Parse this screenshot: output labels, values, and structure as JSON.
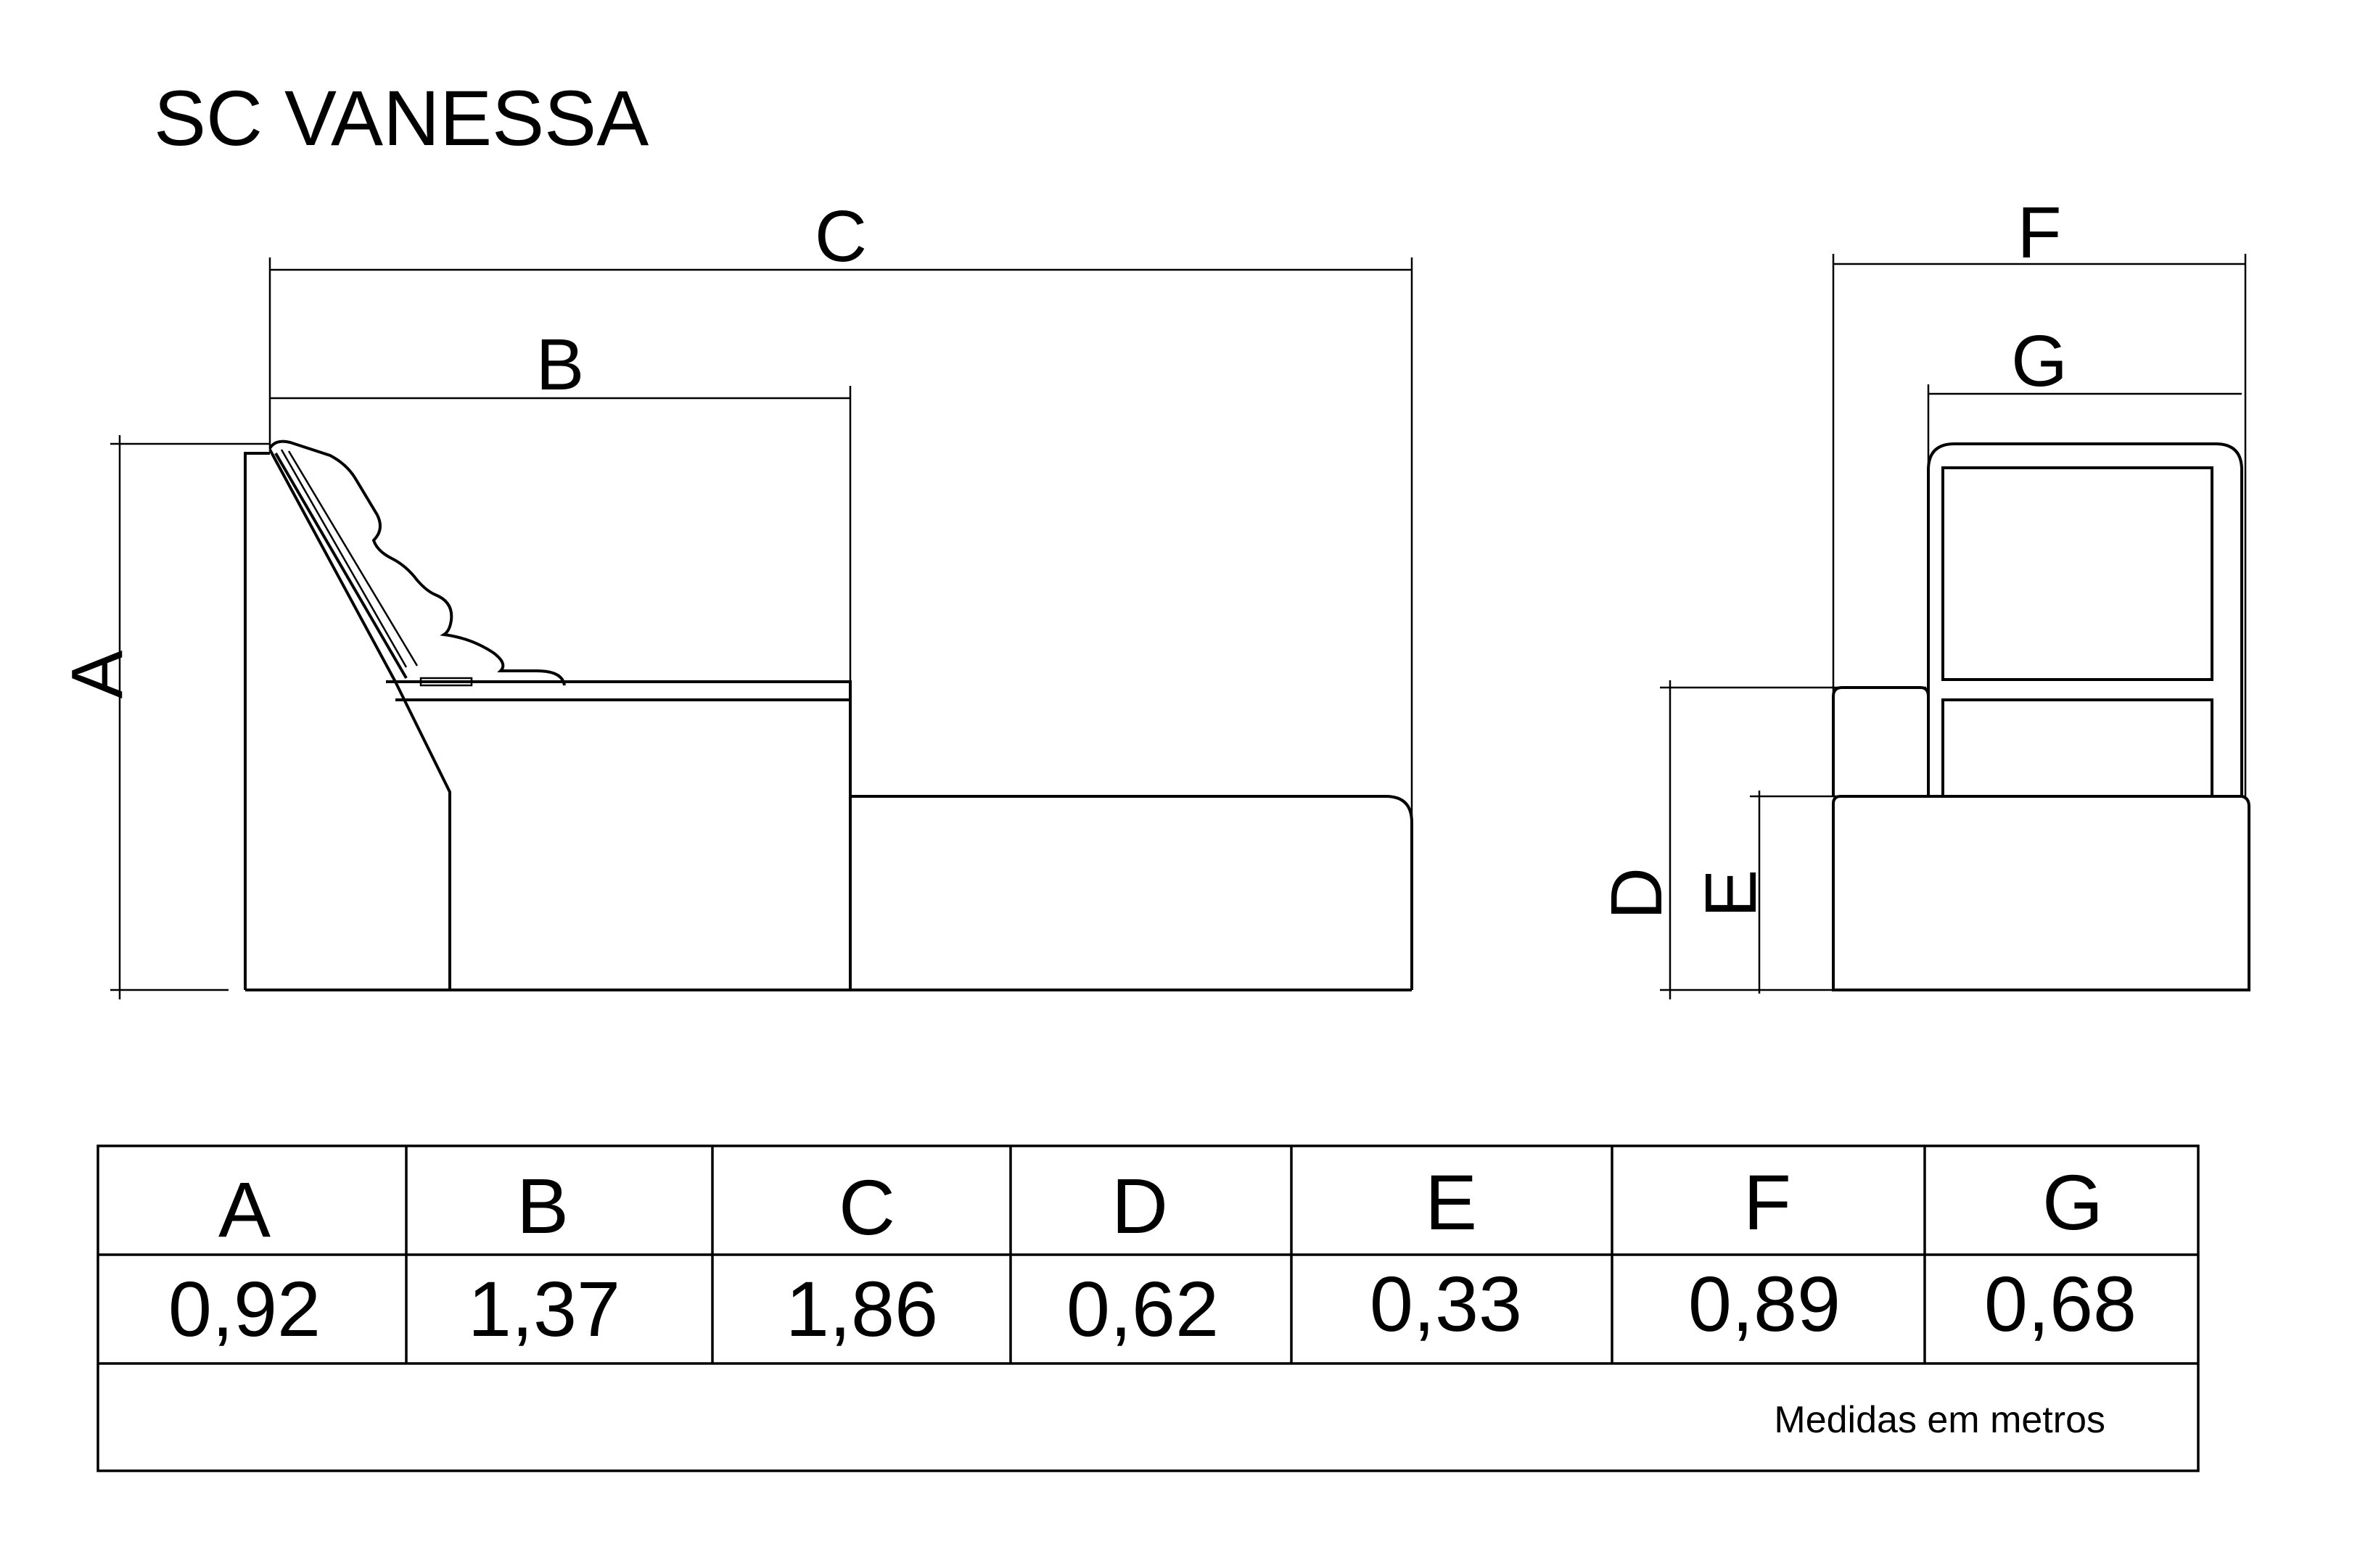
{
  "title": "SC VANESSA",
  "dimension_labels": {
    "A": "A",
    "B": "B",
    "C": "C",
    "D": "D",
    "E": "E",
    "F": "F",
    "G": "G"
  },
  "table": {
    "headers": [
      "A",
      "B",
      "C",
      "D",
      "E",
      "F",
      "G"
    ],
    "values": [
      "0,92",
      "1,37",
      "1,86",
      "0,62",
      "0,33",
      "0,89",
      "0,68"
    ],
    "note": "Medidas em metros"
  }
}
